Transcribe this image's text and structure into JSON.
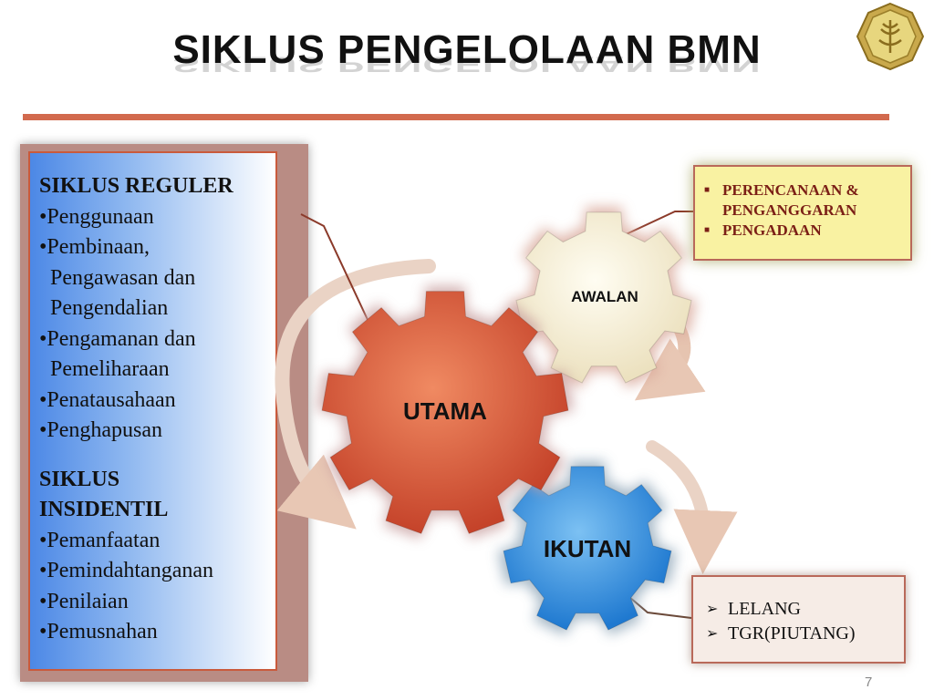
{
  "title": "SIKLUS PENGELOLAAN BMN",
  "left_panel": {
    "lines": [
      {
        "text": "SIKLUS REGULER",
        "head": true
      },
      {
        "text": "•Penggunaan"
      },
      {
        "text": "•Pembinaan,"
      },
      {
        "text": "  Pengawasan dan"
      },
      {
        "text": "  Pengendalian"
      },
      {
        "text": "•Pengamanan dan"
      },
      {
        "text": "  Pemeliharaan"
      },
      {
        "text": "•Penatausahaan"
      },
      {
        "text": "•Penghapusan"
      },
      {
        "text": "",
        "gap": true
      },
      {
        "text": "SIKLUS",
        "head": true
      },
      {
        "text": "INSIDENTIL",
        "head": true
      },
      {
        "text": "•Pemanfaatan"
      },
      {
        "text": "•Pemindahtanganan"
      },
      {
        "text": "•Penilaian"
      },
      {
        "text": "•Pemusnahan"
      }
    ]
  },
  "gears": {
    "utama": {
      "label": "UTAMA",
      "color": "#e2593b"
    },
    "awalan": {
      "label": "AWALAN",
      "color": "#f5efd9"
    },
    "ikutan": {
      "label": "IKUTAN",
      "color": "#4a9ee0"
    }
  },
  "top_box": {
    "items": [
      "PERENCANAAN   &",
      "PENGANGGARAN",
      "PENGADAAN"
    ]
  },
  "bottom_box": {
    "items": [
      "LELANG",
      "TGR(PIUTANG)"
    ]
  },
  "page_number": "7",
  "colors": {
    "accent": "#d26a4e",
    "arrow": "#e8c7b4",
    "connector": "#8b3a2a"
  }
}
